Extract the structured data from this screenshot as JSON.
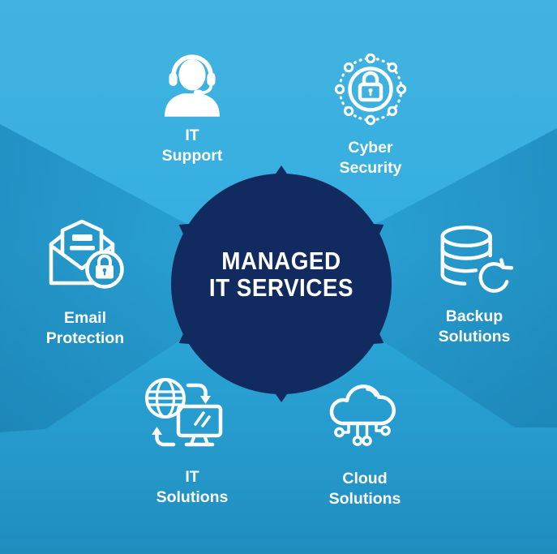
{
  "center": {
    "line1": "MANAGED",
    "line2": "IT SERVICES"
  },
  "services": [
    {
      "id": "it-support",
      "label_line1": "IT",
      "label_line2": "Support",
      "icon": "headset-agent-icon"
    },
    {
      "id": "cyber-security",
      "label_line1": "Cyber",
      "label_line2": "Security",
      "icon": "padlock-circuit-icon"
    },
    {
      "id": "email-protection",
      "label_line1": "Email",
      "label_line2": "Protection",
      "icon": "envelope-lock-icon"
    },
    {
      "id": "backup-solutions",
      "label_line1": "Backup",
      "label_line2": "Solutions",
      "icon": "database-refresh-icon"
    },
    {
      "id": "it-solutions",
      "label_line1": "IT",
      "label_line2": "Solutions",
      "icon": "globe-monitor-sync-icon"
    },
    {
      "id": "cloud-solutions",
      "label_line1": "Cloud",
      "label_line2": "Solutions",
      "icon": "cloud-network-icon"
    }
  ],
  "colors": {
    "hub_navy": "#112A60",
    "background_sky": "#2EACDF",
    "background_deep": "#1F8DBE",
    "wedge_shade": "#1C86BC",
    "text_white": "#FFFFFF"
  }
}
